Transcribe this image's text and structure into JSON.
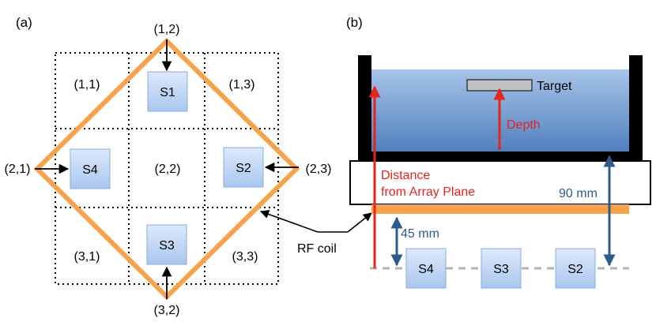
{
  "panel_a": {
    "label": "(a)",
    "cells": {
      "c11": "(1,1)",
      "c12": "(1,2)",
      "c13": "(1,3)",
      "c21": "(2,1)",
      "c22": "(2,2)",
      "c23": "(2,3)",
      "c31": "(3,1)",
      "c32": "(3,2)",
      "c33": "(3,3)"
    },
    "sensors": {
      "s1": "S1",
      "s2": "S2",
      "s3": "S3",
      "s4": "S4"
    },
    "coil_label": "RF coil"
  },
  "panel_b": {
    "label": "(b)",
    "target_label": "Target",
    "depth_label": "Depth",
    "distance_label_line1": "Distance",
    "distance_label_line2": "from Array Plane",
    "dim_90": "90 mm",
    "dim_45": "45 mm",
    "sensors": {
      "s4": "S4",
      "s3": "S3",
      "s2": "S2"
    }
  },
  "colors": {
    "coil": "#f6a34b",
    "sensor_fill_top": "#dde9fb",
    "sensor_fill_bottom": "#a9c6ef",
    "sensor_stroke": "#8aaedb",
    "water_top": "#a7c4e8",
    "water_bottom": "#4f7fbf",
    "red": "#e8231c",
    "blue": "#2f5b8c",
    "target_fill": "#c0c0c0",
    "dash_gray": "#b3b3b3"
  },
  "icons": {
    "sensor": "sensor-square",
    "coil": "rf-coil",
    "arrow": "arrow"
  }
}
